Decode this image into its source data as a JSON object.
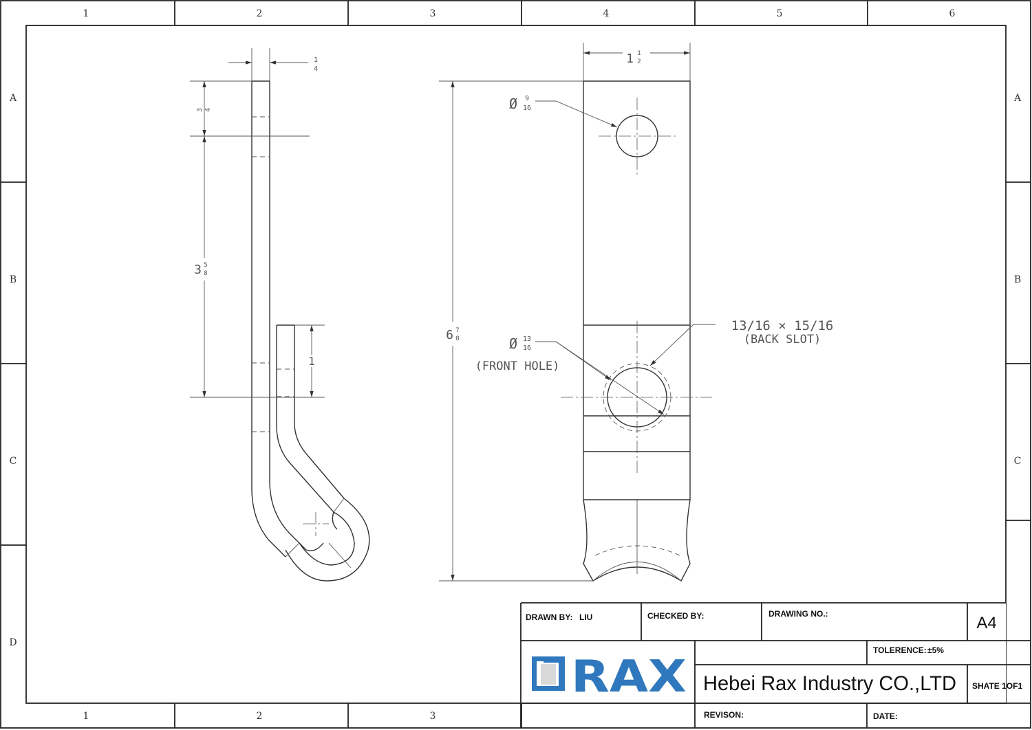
{
  "zones": {
    "columns": [
      "1",
      "2",
      "3",
      "4",
      "5",
      "6"
    ],
    "rows": [
      "A",
      "B",
      "C",
      "D"
    ]
  },
  "dimensions": {
    "thickness": {
      "num": "1",
      "den": "4"
    },
    "top_offset": {
      "num": "3",
      "den": "4"
    },
    "length_side": {
      "whole": "3",
      "num": "5",
      "den": "8"
    },
    "hook_inner": {
      "whole": "1"
    },
    "width": {
      "whole": "1",
      "num": "1",
      "den": "2"
    },
    "overall_length": {
      "whole": "6",
      "num": "7",
      "den": "8"
    },
    "top_hole": {
      "symbol": "Ø",
      "num": "9",
      "den": "16"
    },
    "front_hole": {
      "symbol": "Ø",
      "num": "13",
      "den": "16",
      "note": "(FRONT HOLE)"
    },
    "back_slot": {
      "size": "13/16 × 15/16",
      "note": "(BACK SLOT)"
    }
  },
  "title_block": {
    "drawn_by_label": "DRAWN BY:",
    "drawn_by": "LIU",
    "checked_by_label": "CHECKED BY:",
    "drawing_no_label": "DRAWING NO.:",
    "size": "A4",
    "logo_text": "RAX",
    "tolerance_label": "TOLERENCE:",
    "tolerance": "±5%",
    "company": "Hebei Rax Industry CO.,LTD",
    "sheet": "SHATE 1OF1",
    "revision_label": "REVISON:",
    "date_label": "DATE:",
    "brand_color": "#2f78bd"
  }
}
